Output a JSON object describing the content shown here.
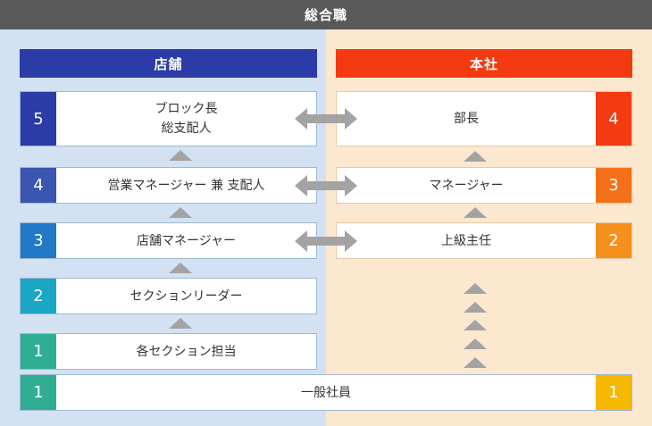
{
  "title": "総合職",
  "columns": {
    "store": "店舗",
    "hq": "本社"
  },
  "store": [
    {
      "num": "5",
      "line1": "ブロック長",
      "line2": "総支配人",
      "color": "#2b3ca8"
    },
    {
      "num": "4",
      "line1": "営業マネージャー 兼 支配人",
      "color": "#3a56b0"
    },
    {
      "num": "3",
      "line1": "店舗マネージャー",
      "color": "#2279c8"
    },
    {
      "num": "2",
      "line1": "セクションリーダー",
      "color": "#1ba6c6"
    },
    {
      "num": "1",
      "line1": "各セクション担当",
      "color": "#2fae93"
    }
  ],
  "hq": [
    {
      "num": "4",
      "label": "部長",
      "color": "#f43a10"
    },
    {
      "num": "3",
      "label": "マネージャー",
      "color": "#f4711a"
    },
    {
      "num": "2",
      "label": "上級主任",
      "color": "#f5901c"
    }
  ],
  "general": {
    "label": "一般社員",
    "num_left": "1",
    "num_right": "1",
    "color_left": "#2fae93",
    "color_right": "#f6b800"
  },
  "colors": {
    "arrow": "#a3a3a3"
  }
}
